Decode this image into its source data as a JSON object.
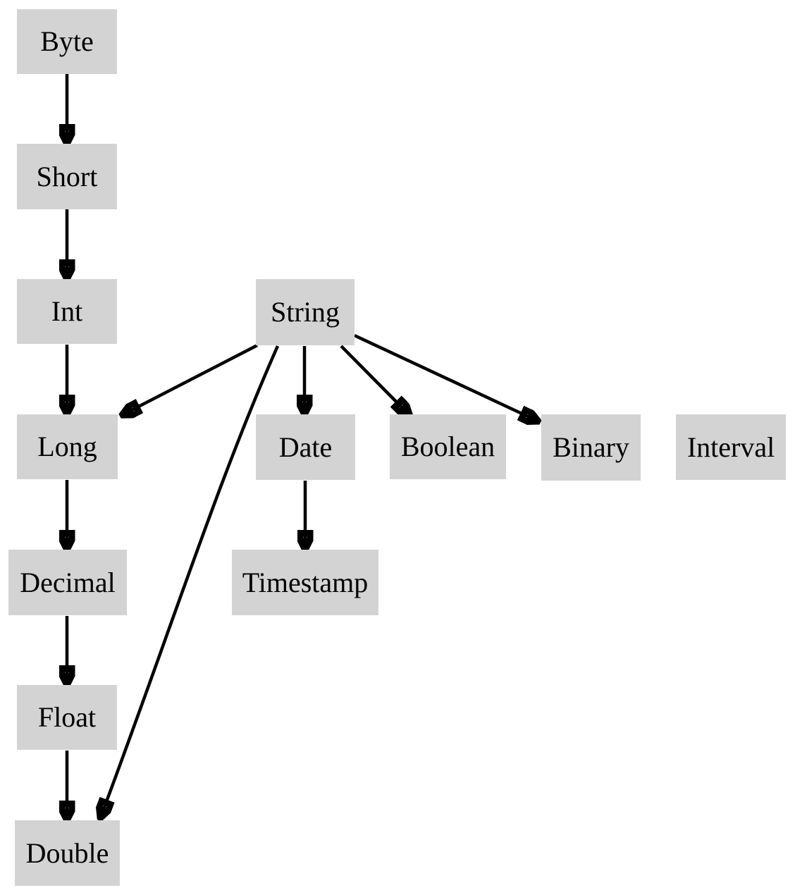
{
  "diagram": {
    "type": "directed-graph",
    "background_color": "#ffffff",
    "node_fill_color": "#d3d3d3",
    "node_text_color": "#000000",
    "edge_color": "#000000",
    "nodes": {
      "byte": {
        "label": "Byte"
      },
      "short": {
        "label": "Short"
      },
      "int": {
        "label": "Int"
      },
      "long": {
        "label": "Long"
      },
      "decimal": {
        "label": "Decimal"
      },
      "float": {
        "label": "Float"
      },
      "double": {
        "label": "Double"
      },
      "string": {
        "label": "String"
      },
      "date": {
        "label": "Date"
      },
      "timestamp": {
        "label": "Timestamp"
      },
      "boolean": {
        "label": "Boolean"
      },
      "binary": {
        "label": "Binary"
      },
      "interval": {
        "label": "Interval"
      }
    },
    "edges": [
      {
        "from": "Byte",
        "to": "Short"
      },
      {
        "from": "Short",
        "to": "Int"
      },
      {
        "from": "Int",
        "to": "Long"
      },
      {
        "from": "String",
        "to": "Long"
      },
      {
        "from": "String",
        "to": "Date"
      },
      {
        "from": "String",
        "to": "Boolean"
      },
      {
        "from": "String",
        "to": "Binary"
      },
      {
        "from": "String",
        "to": "Double"
      },
      {
        "from": "Long",
        "to": "Decimal"
      },
      {
        "from": "Decimal",
        "to": "Float"
      },
      {
        "from": "Float",
        "to": "Double"
      },
      {
        "from": "Date",
        "to": "Timestamp"
      }
    ]
  }
}
